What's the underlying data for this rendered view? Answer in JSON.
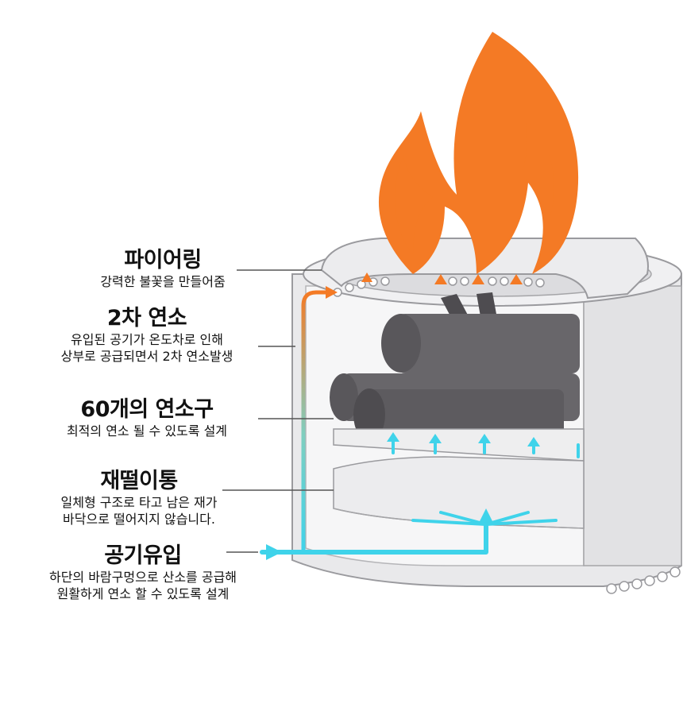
{
  "labels": [
    {
      "title": "파이어링",
      "desc": [
        "강력한 불꽃을 만들어줌"
      ]
    },
    {
      "title": "2차 연소",
      "desc": [
        "유입된 공기가 온도차로 인해",
        "상부로 공급되면서 2차 연소발생"
      ]
    },
    {
      "title": "60개의 연소구",
      "desc": [
        "최적의 연소 될 수 있도록 설계"
      ]
    },
    {
      "title": "재떨이통",
      "desc": [
        "일체형 구조로 타고 남은 재가",
        "바닥으로 떨어지지 않습니다."
      ]
    },
    {
      "title": "공기유입",
      "desc": [
        "하단의 바람구멍으로 산소를 공급해",
        "원활하게 연소 할 수 있도록 설계"
      ]
    }
  ],
  "colors": {
    "flame": "#f47a25",
    "airflow": "#3fd3ea",
    "wood": "#68666a",
    "wood_dark": "#4e4c50",
    "stove_body": "#e8e8ea",
    "stove_outline": "#9a9a9e"
  }
}
